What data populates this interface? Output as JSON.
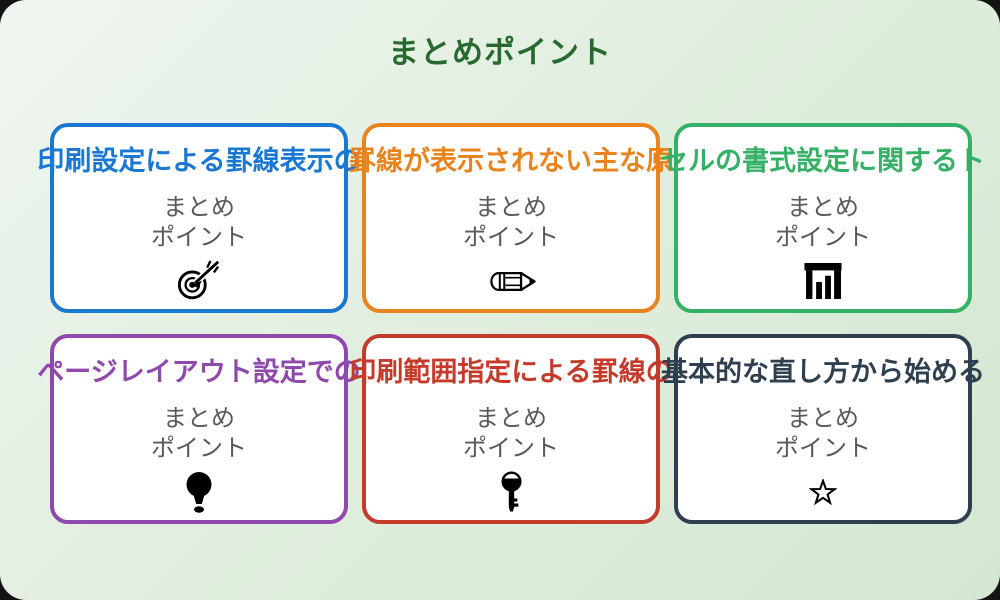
{
  "window": {
    "outer_background": "#141414",
    "board_gradient": [
      "#eff6f0",
      "#e3efe1",
      "#d3e7d1"
    ]
  },
  "header": {
    "title": "まとめポイント",
    "color": "#27692f"
  },
  "card_subtitle": {
    "line1": "まとめ",
    "line2": "ポイント",
    "color": "#58595b"
  },
  "cards": [
    {
      "title": "印刷設定による罫線表示の",
      "color": "#1a78d2",
      "icon": "target-icon"
    },
    {
      "title": "罫線が表示されない主な原",
      "color": "#e8831e",
      "icon": "pencil-icon"
    },
    {
      "title": "セルの書式設定に関するト",
      "color": "#34b166",
      "icon": "building-columns-icon"
    },
    {
      "title": "ページレイアウト設定での",
      "color": "#8f49ac",
      "icon": "lightbulb-icon"
    },
    {
      "title": "印刷範囲指定による罫線の",
      "color": "#c53b2b",
      "icon": "key-icon"
    },
    {
      "title": "基本的な直し方から始める",
      "color": "#2e3f50",
      "icon": "star-icon"
    }
  ]
}
